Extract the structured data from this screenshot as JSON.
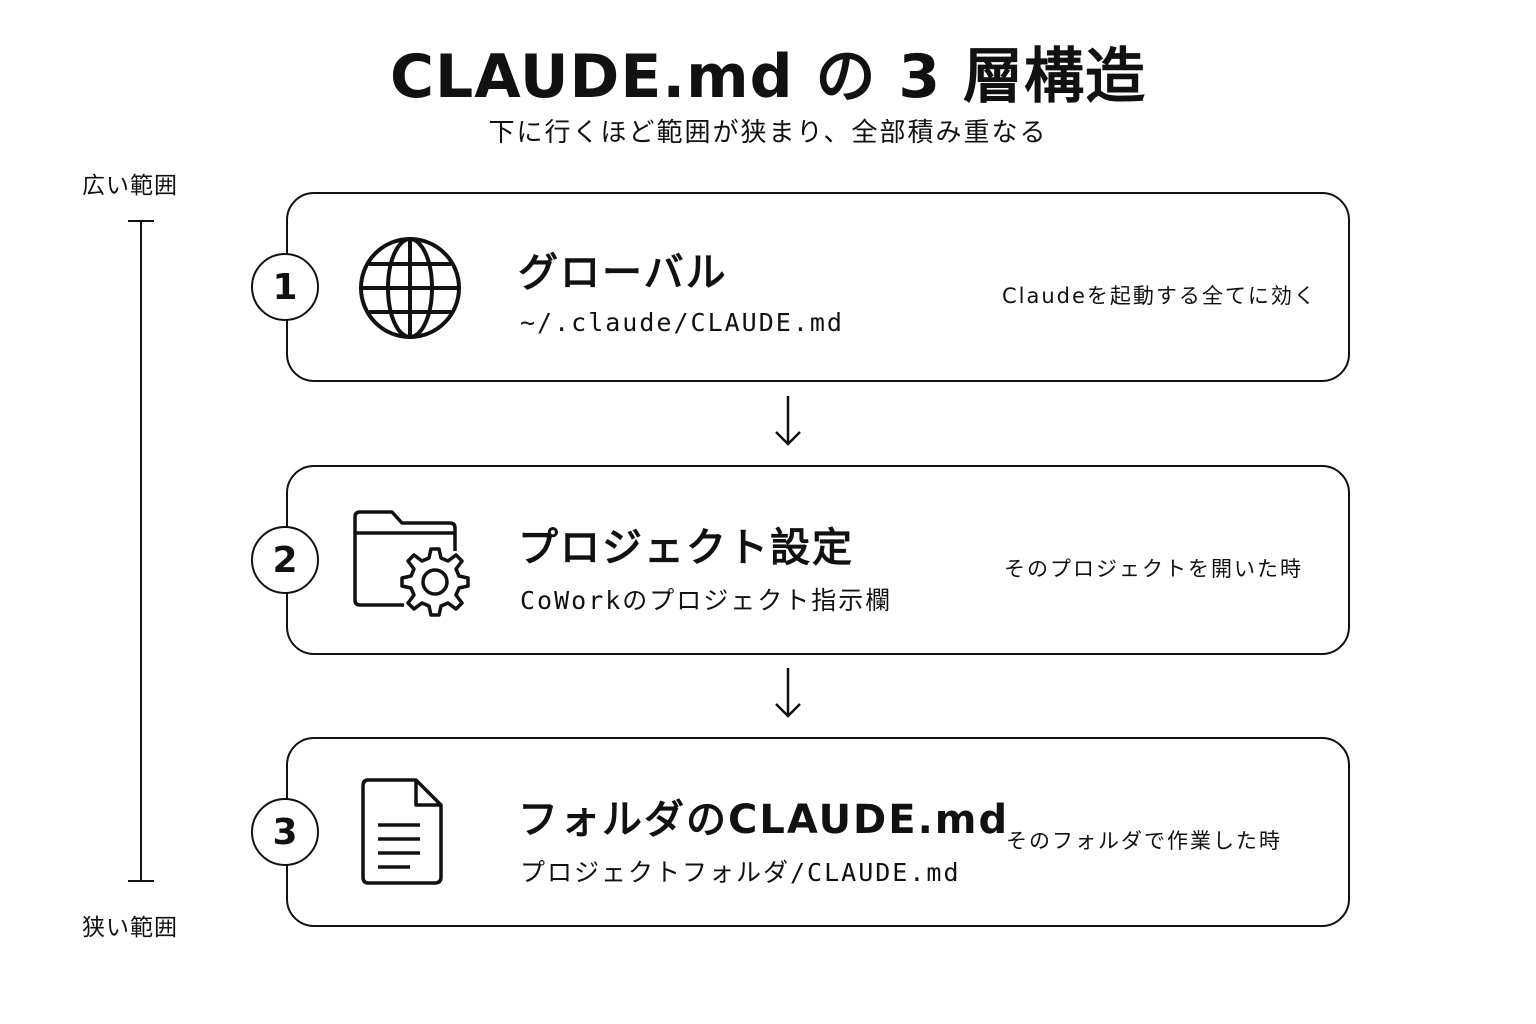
{
  "header": {
    "title": "CLAUDE.md の 3 層構造",
    "subtitle": "下に行くほど範囲が狭まり、全部積み重なる"
  },
  "scope": {
    "top_label": "広い範囲",
    "bottom_label": "狭い範囲"
  },
  "layers": [
    {
      "number": "1",
      "icon": "globe-icon",
      "title": "グローバル",
      "path": "~/.claude/CLAUDE.md",
      "note": "Claudeを起動する全てに効く"
    },
    {
      "number": "2",
      "icon": "folder-gear-icon",
      "title": "プロジェクト設定",
      "path": "CoWorkのプロジェクト指示欄",
      "note": "そのプロジェクトを開いた時"
    },
    {
      "number": "3",
      "icon": "document-icon",
      "title": "フォルダのCLAUDE.md",
      "path": "プロジェクトフォルダ/CLAUDE.md",
      "note": "そのフォルダで作業した時"
    }
  ],
  "colors": {
    "stroke": "#111111",
    "background": "#ffffff"
  }
}
